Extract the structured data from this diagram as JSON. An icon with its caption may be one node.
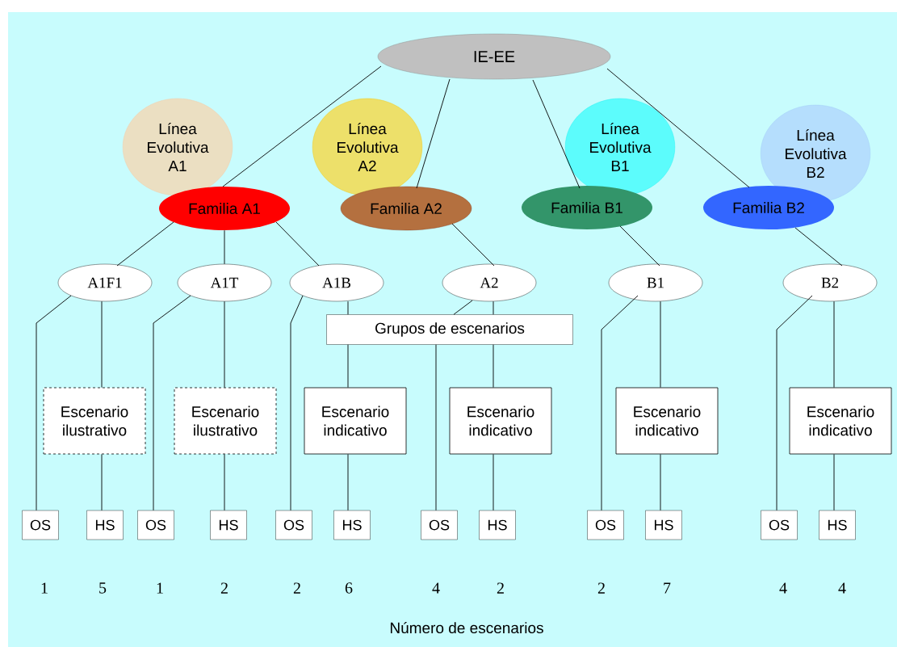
{
  "diagram": {
    "nodes": [
      {
        "text": [
          "IE-EE"
        ]
      },
      {
        "text": [
          "Línea Evolutiva A1"
        ]
      },
      {
        "text": [
          "Familia A1"
        ]
      },
      {
        "text": [
          "Línea Evolutiva A2"
        ]
      },
      {
        "text": [
          "Familia A2"
        ]
      },
      {
        "text": [
          "Línea Evolutiva B1"
        ]
      },
      {
        "text": [
          "Familia B1"
        ]
      },
      {
        "text": [
          "Línea Evolutiva B2"
        ]
      },
      {
        "text": [
          "Familia B2"
        ]
      },
      {
        "text": [
          "A1F1"
        ]
      },
      {
        "text": [
          "A1T"
        ]
      },
      {
        "text": [
          "A1B"
        ]
      },
      {
        "text": [
          "A2"
        ]
      },
      {
        "text": [
          "B1"
        ]
      },
      {
        "text": [
          "B2"
        ]
      },
      {
        "text": [
          "Grupos de escenarios"
        ]
      },
      {
        "text": [
          "Escenario ilustrativo"
        ]
      },
      {
        "text": [
          "Escenario ilustrativo"
        ]
      },
      {
        "text": [
          "Escenario indicativo"
        ]
      },
      {
        "text": [
          "Escenario indicativo"
        ]
      },
      {
        "text": [
          "Escenario indicativo"
        ]
      },
      {
        "text": [
          "Escenario indicativo"
        ]
      },
      {
        "text": [
          "OS"
        ]
      },
      {
        "text": [
          "HS"
        ]
      },
      {
        "text": [
          "OS"
        ]
      },
      {
        "text": [
          "HS"
        ]
      },
      {
        "text": [
          "OS"
        ]
      },
      {
        "text": [
          "HS"
        ]
      },
      {
        "text": [
          "OS"
        ]
      },
      {
        "text": [
          "HS"
        ]
      },
      {
        "text": [
          "OS"
        ]
      },
      {
        "text": [
          "HS"
        ]
      },
      {
        "text": [
          "OS"
        ]
      },
      {
        "text": [
          "HS"
        ]
      }
    ],
    "edges": [
      {
        "from": 0,
        "to": 2,
        "arrow": "none"
      },
      {
        "from": 0,
        "to": 4,
        "arrow": "none"
      },
      {
        "from": 0,
        "to": 6,
        "arrow": "none"
      },
      {
        "from": 0,
        "to": 8,
        "arrow": "none"
      },
      {
        "from": 2,
        "to": 9,
        "arrow": "none"
      },
      {
        "from": 2,
        "to": 10,
        "arrow": "none"
      },
      {
        "from": 2,
        "to": 11,
        "arrow": "none"
      },
      {
        "from": 4,
        "to": 12,
        "arrow": "none"
      },
      {
        "from": 6,
        "to": 13,
        "arrow": "none"
      },
      {
        "from": 8,
        "to": 14,
        "arrow": "none"
      },
      {
        "from": 9,
        "to": 22,
        "arrow": "none"
      },
      {
        "from": 9,
        "to": 16,
        "arrow": "none"
      },
      {
        "from": 16,
        "to": 23,
        "arrow": "none"
      },
      {
        "from": 10,
        "to": 24,
        "arrow": "none"
      },
      {
        "from": 10,
        "to": 17,
        "arrow": "none"
      },
      {
        "from": 17,
        "to": 25,
        "arrow": "none"
      },
      {
        "from": 11,
        "to": 26,
        "arrow": "none"
      },
      {
        "from": 11,
        "to": 15,
        "arrow": "none"
      },
      {
        "from": 15,
        "to": 18,
        "arrow": "none"
      },
      {
        "from": 18,
        "to": 27,
        "arrow": "none"
      },
      {
        "from": 12,
        "to": 15,
        "arrow": "none"
      },
      {
        "from": 12,
        "to": 15,
        "arrow": "none"
      },
      {
        "from": 15,
        "to": 28,
        "arrow": "none"
      },
      {
        "from": 15,
        "to": 19,
        "arrow": "none"
      },
      {
        "from": 19,
        "to": 29,
        "arrow": "none"
      },
      {
        "from": 13,
        "to": 30,
        "arrow": "none"
      },
      {
        "from": 13,
        "to": 20,
        "arrow": "none"
      },
      {
        "from": 20,
        "to": 31,
        "arrow": "none"
      },
      {
        "from": 14,
        "to": 32,
        "arrow": "none"
      },
      {
        "from": 14,
        "to": 21,
        "arrow": "none"
      },
      {
        "from": 21,
        "to": 33,
        "arrow": "none"
      }
    ],
    "labels": [
      "1",
      "5",
      "1",
      "2",
      "2",
      "6",
      "4",
      "2",
      "2",
      "7",
      "4",
      "4",
      "Número de escenarios"
    ]
  }
}
